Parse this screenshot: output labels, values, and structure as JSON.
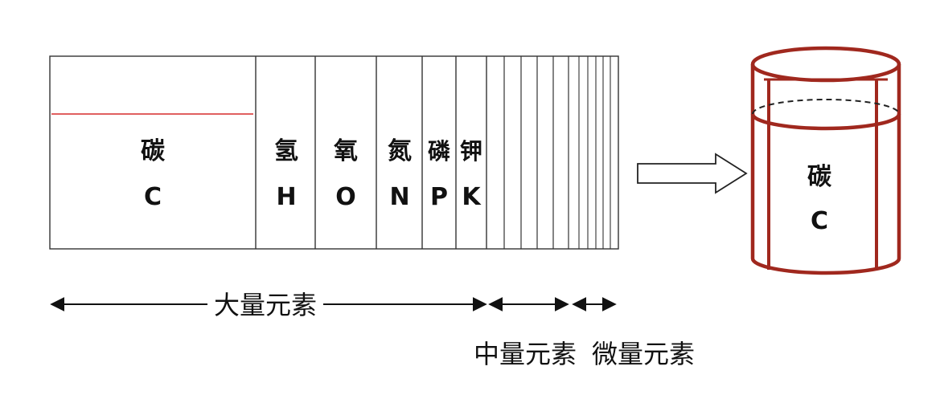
{
  "bar": {
    "carbon": {
      "name": "碳",
      "symbol": "C"
    },
    "cells": [
      {
        "key": "hydrogen",
        "name": "氢",
        "symbol": "H"
      },
      {
        "key": "oxygen",
        "name": "氧",
        "symbol": "O"
      },
      {
        "key": "nitrogen",
        "name": "氮",
        "symbol": "N"
      },
      {
        "key": "phosphorus",
        "name": "磷",
        "symbol": "P"
      },
      {
        "key": "potassium",
        "name": "钾",
        "symbol": "K"
      }
    ],
    "indicator_color": "#e06060"
  },
  "ranges": {
    "major": "大量元素",
    "medium": "中量元素",
    "trace": "微量元素"
  },
  "barrel": {
    "name": "碳",
    "symbol": "C",
    "color": "#a0281e"
  }
}
